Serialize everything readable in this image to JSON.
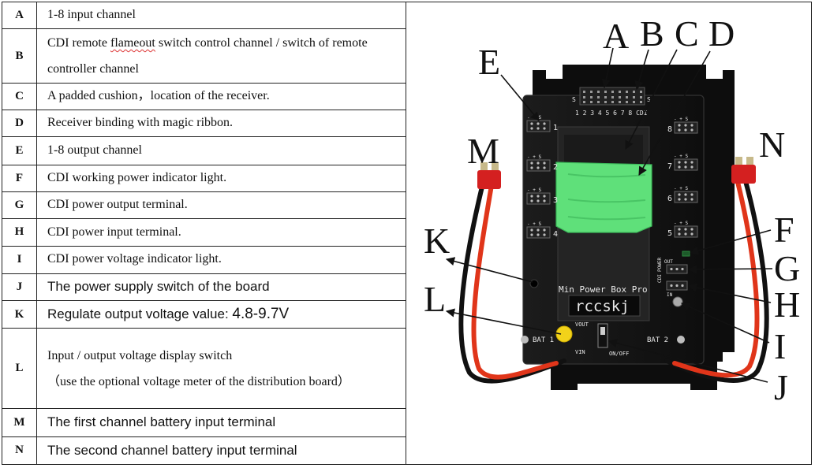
{
  "legend": [
    {
      "key": "A",
      "text": "1-8  input channel"
    },
    {
      "key": "B",
      "text_before": "CDI remote ",
      "text_underlined": "flameout",
      "text_after": " switch control channel / switch of remote controller channel"
    },
    {
      "key": "C",
      "text": "A padded cushion，location of the receiver."
    },
    {
      "key": "D",
      "text": "Receiver binding with magic ribbon."
    },
    {
      "key": "E",
      "text": "1-8  output channel"
    },
    {
      "key": "F",
      "text": "CDI working power indicator light."
    },
    {
      "key": "G",
      "text": "CDI power output terminal."
    },
    {
      "key": "H",
      "text": "CDI power input terminal."
    },
    {
      "key": "I",
      "text": "CDI power voltage indicator light."
    },
    {
      "key": "J",
      "text": "The power supply switch of the board"
    },
    {
      "key": "K",
      "text": "Regulate output voltage value: ",
      "value": "4.8-9.7V"
    },
    {
      "key": "L",
      "text_line1": "Input / output voltage display switch",
      "text_line2": "（use the optional voltage meter of the distribution board）"
    },
    {
      "key": "M",
      "text": "The first channel battery input terminal"
    },
    {
      "key": "N",
      "text": "The second channel battery input terminal"
    }
  ],
  "photo": {
    "callouts": [
      "A",
      "B",
      "C",
      "D",
      "E",
      "F",
      "G",
      "H",
      "I",
      "J",
      "K",
      "L",
      "M",
      "N"
    ],
    "board": {
      "product_name": "Min Power Box Pro",
      "brand": "rccskj",
      "input_numbers": "1 2 3 4 5 6 7 8 CDI",
      "left_channels": [
        "1",
        "2",
        "3",
        "4"
      ],
      "right_channels": [
        "8",
        "7",
        "6",
        "5"
      ],
      "channel_header": "- + S",
      "cdi_label": "CDI",
      "power_label": "POWER",
      "out_label": "OUT",
      "in_label": "IN",
      "bat1": "BAT 1",
      "bat2": "BAT 2",
      "vout": "VOUT",
      "vin": "VIN",
      "onoff": "ON/OFF",
      "s_mark": "S"
    },
    "colors": {
      "board": "#141414",
      "velcro": "#5fe07a",
      "connector_red": "#d42020",
      "wire_red": "#e0351a",
      "wire_black": "#111111",
      "button_yellow": "#f2d21a"
    }
  }
}
